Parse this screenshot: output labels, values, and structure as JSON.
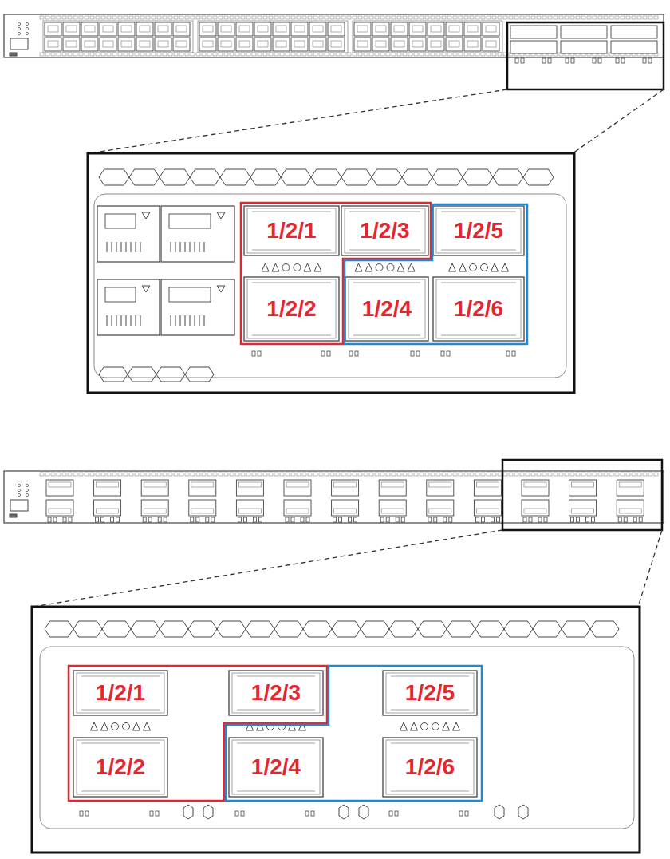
{
  "diagram": {
    "nodes": [
      {
        "text": [
          "1/2/1"
        ]
      },
      {
        "text": [
          "1/2/3"
        ]
      },
      {
        "text": [
          "1/2/5"
        ]
      },
      {
        "text": [
          "1/2/2"
        ]
      },
      {
        "text": [
          "1/2/4"
        ]
      },
      {
        "text": [
          "1/2/6"
        ]
      },
      {
        "text": [
          "1/2/1"
        ]
      },
      {
        "text": [
          "1/2/3"
        ]
      },
      {
        "text": [
          "1/2/5"
        ]
      },
      {
        "text": [
          "1/2/2"
        ]
      },
      {
        "text": [
          "1/2/4"
        ]
      },
      {
        "text": [
          "1/2/6"
        ]
      }
    ]
  }
}
